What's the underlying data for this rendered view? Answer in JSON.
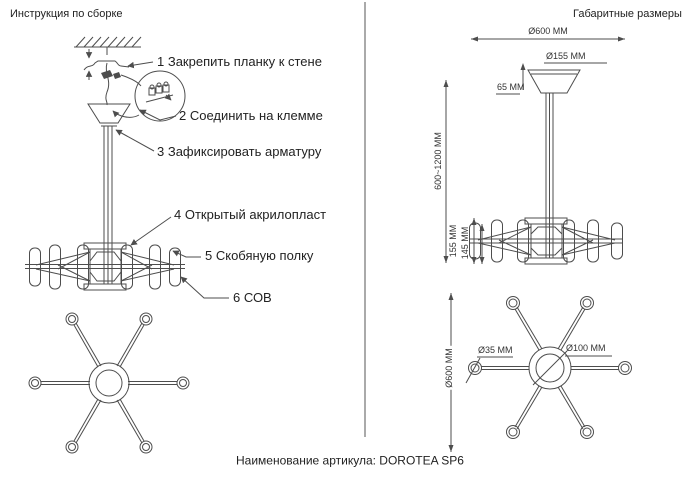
{
  "titles": {
    "left": "Инструкция по сборке",
    "right": "Габаритные размеры"
  },
  "assembly_steps": [
    {
      "label": "1 Закрепить планку к стене"
    },
    {
      "label": "2 Соединить на клемме"
    },
    {
      "label": "3 Зафиксировать арматуру"
    },
    {
      "label": "4 Открытый акрилопласт"
    },
    {
      "label": "5 Скобяную полку"
    },
    {
      "label": "6 СОВ"
    }
  ],
  "dimensions": {
    "overall_width": "Ø600 MM",
    "canopy_diameter": "Ø155 MM",
    "canopy_height": "65 MM",
    "hanging_height": "600~1200 MM",
    "body_height_outer": "155 MM",
    "body_height_inner": "145 MM",
    "plan_overall_diameter": "Ø600 MM",
    "shade_diameter": "Ø35 MM",
    "hub_diameter": "Ø100 MM"
  },
  "footer": {
    "label": "Наименование артикула: DOROTEA SP6"
  },
  "colors": {
    "line": "#4d4d4d",
    "text": "#333333",
    "background": "#ffffff"
  }
}
